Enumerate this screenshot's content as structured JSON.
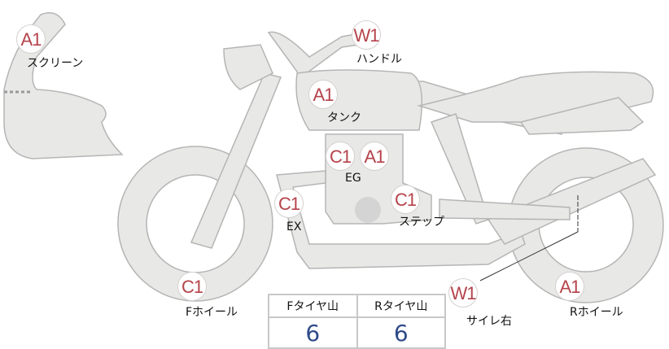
{
  "marks": [
    {
      "id": "screen",
      "grade": "A1",
      "label": "スクリーン"
    },
    {
      "id": "handle",
      "grade": "W1",
      "label": "ハンドル"
    },
    {
      "id": "tank",
      "grade": "A1",
      "label": "タンク"
    },
    {
      "id": "eg",
      "grades": [
        "C1",
        "A1"
      ],
      "label": "EG"
    },
    {
      "id": "step",
      "grade": "C1",
      "label": "ステップ"
    },
    {
      "id": "ex",
      "grade": "C1",
      "label": "EX"
    },
    {
      "id": "fwheel",
      "grade": "C1",
      "label": "Fホイール"
    },
    {
      "id": "silencer",
      "grade": "W1",
      "label": "サイレ右"
    },
    {
      "id": "rwheel",
      "grade": "A1",
      "label": "Rホイール"
    }
  ],
  "tread": {
    "headers": [
      "Fタイヤ山",
      "Rタイヤ山"
    ],
    "values": [
      "6",
      "6"
    ]
  },
  "colors": {
    "badge_text": "#b5434b",
    "value_text": "#2f4a8a",
    "part_fill": "#e8e8e6"
  }
}
